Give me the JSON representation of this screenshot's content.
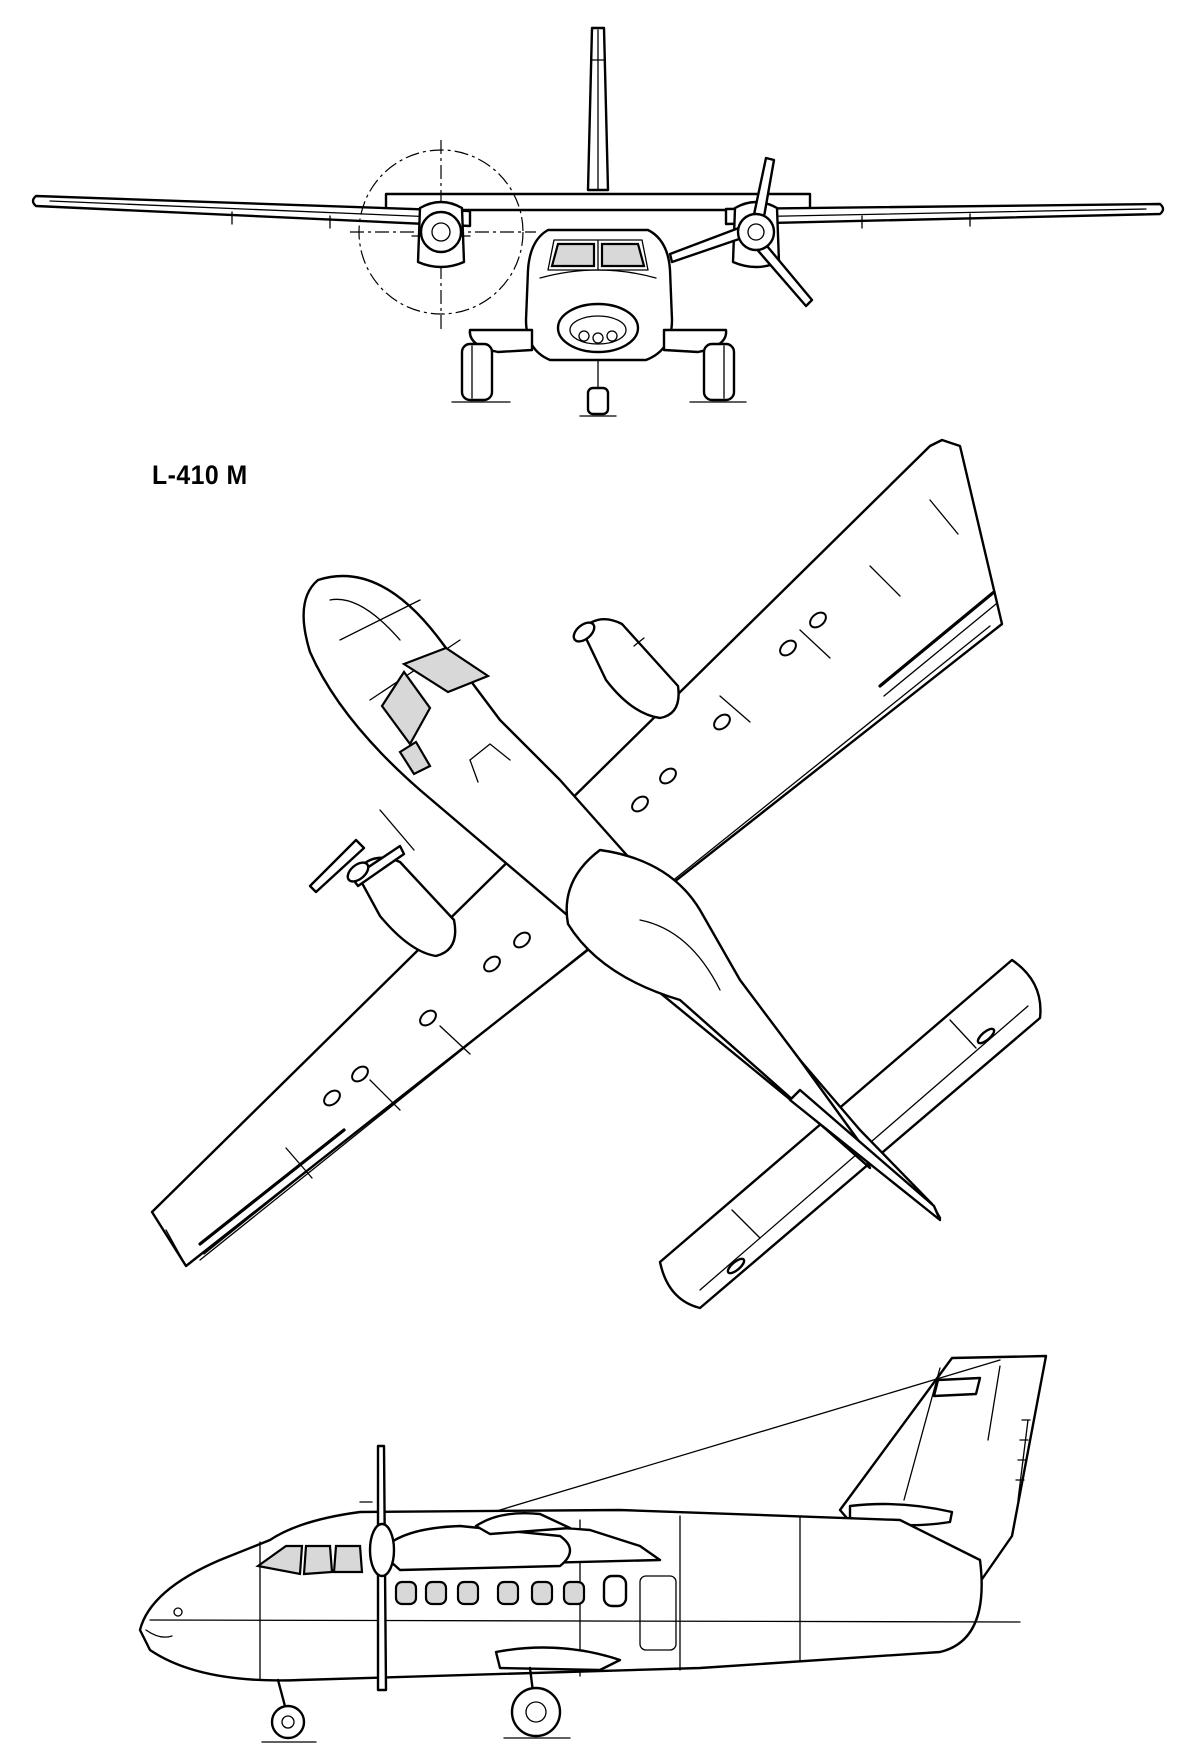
{
  "drawing": {
    "model_label": "L-410 M",
    "views": [
      "front-view",
      "top-view",
      "side-view"
    ],
    "line_color": "#000000",
    "background_color": "#ffffff"
  }
}
